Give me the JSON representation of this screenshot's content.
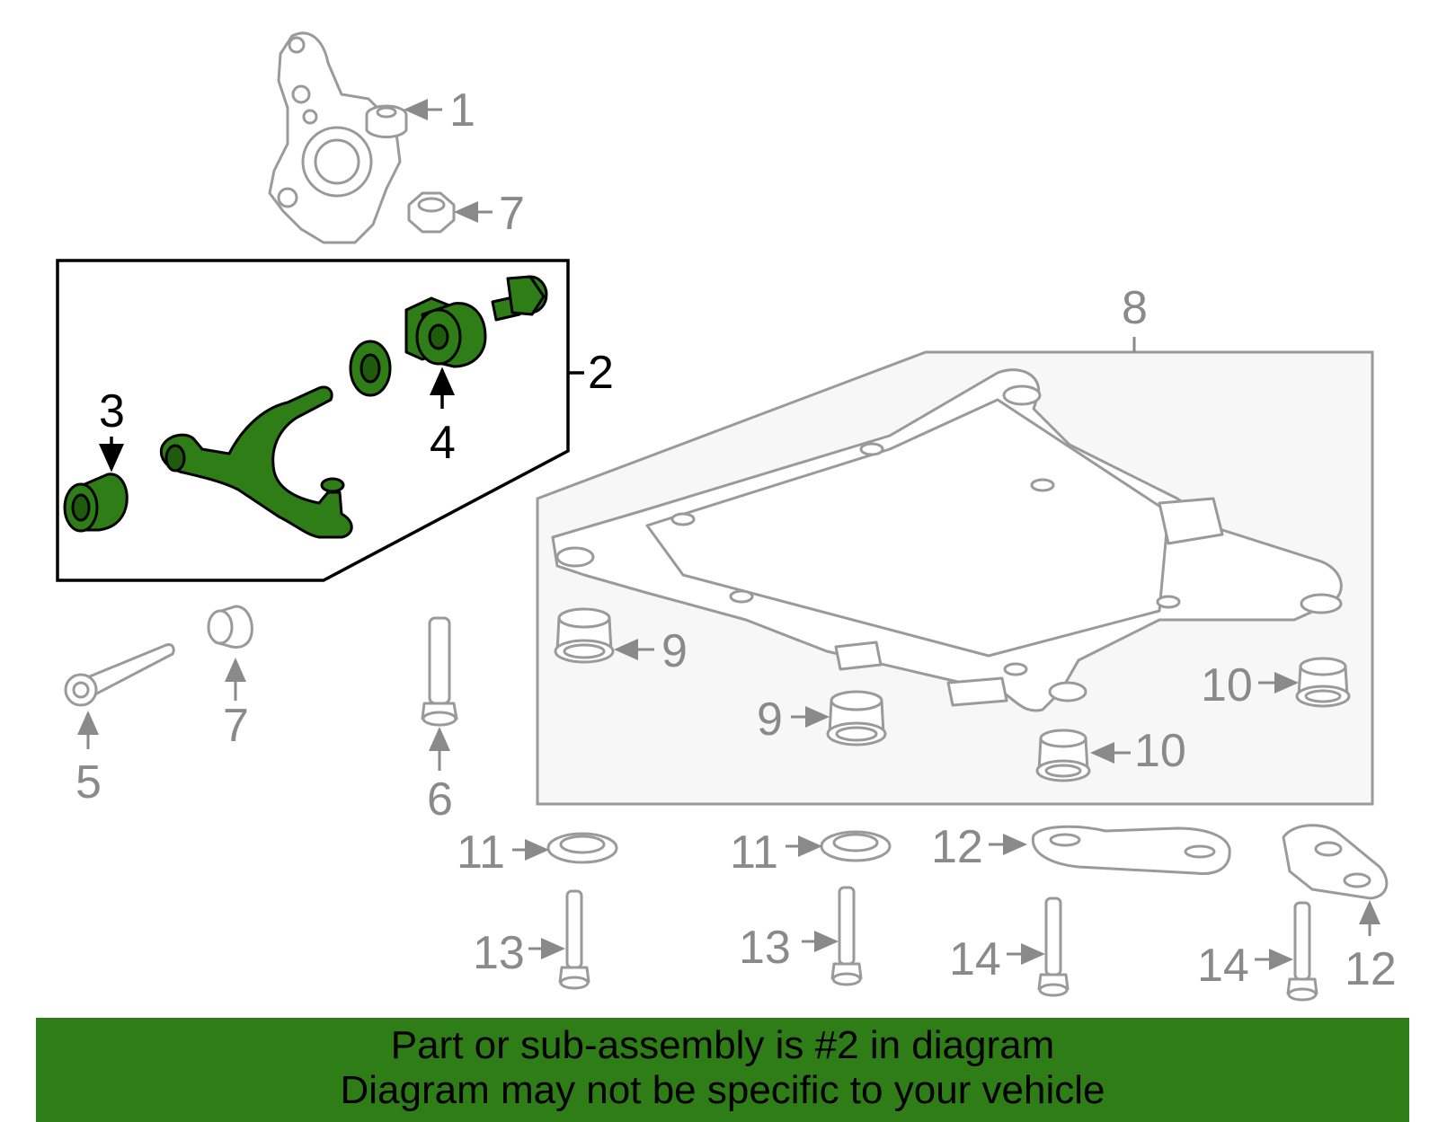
{
  "callouts": {
    "c1": "1",
    "c2": "2",
    "c3": "3",
    "c4": "4",
    "c5": "5",
    "c6": "6",
    "c7a": "7",
    "c7b": "7",
    "c8": "8",
    "c9a": "9",
    "c9b": "9",
    "c10a": "10",
    "c10b": "10",
    "c11a": "11",
    "c11b": "11",
    "c12a": "12",
    "c12b": "12",
    "c13a": "13",
    "c13b": "13",
    "c14a": "14",
    "c14b": "14"
  },
  "banner": {
    "line1": "Part or sub-assembly is #2 in diagram",
    "line2": "Diagram may not be specific to your vehicle"
  },
  "colors": {
    "highlight": "#2e7d16",
    "part_outline": "#9a9a9a",
    "callout_gray": "#8a8a8a"
  }
}
